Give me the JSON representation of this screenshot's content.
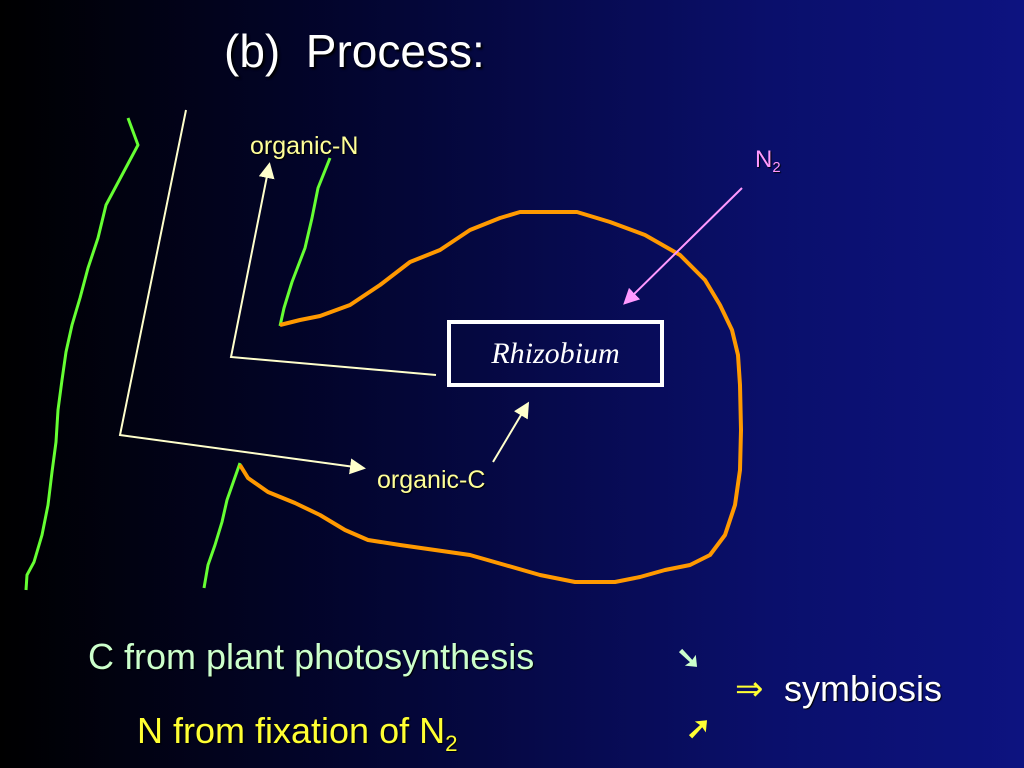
{
  "slide": {
    "title": "(b)  Process:"
  },
  "diagram": {
    "organic_n_label": "organic-N",
    "organic_c_label": "organic-C",
    "n2_label": {
      "base": "N",
      "subscript": "2"
    },
    "rhizobium_label": "Rhizobium"
  },
  "summary": {
    "line_c": "C from plant photosynthesis",
    "line_n": {
      "text": "N from fixation of N",
      "subscript": "2"
    },
    "arrow_down_right_glyph": "➘",
    "arrow_up_right_glyph": "➚",
    "implies_glyph": "⇒",
    "conclusion": "symbiosis"
  },
  "colors": {
    "background_dark": "#000000",
    "background_blue": "#0d1380",
    "root_outline": "#66ff33",
    "nodule_outline": "#ff9900",
    "flow_lines": "#ffffcc",
    "n2_arrow": "#ff99ff",
    "text_yellow": "#ffff33",
    "text_light_green": "#ccffcc"
  }
}
